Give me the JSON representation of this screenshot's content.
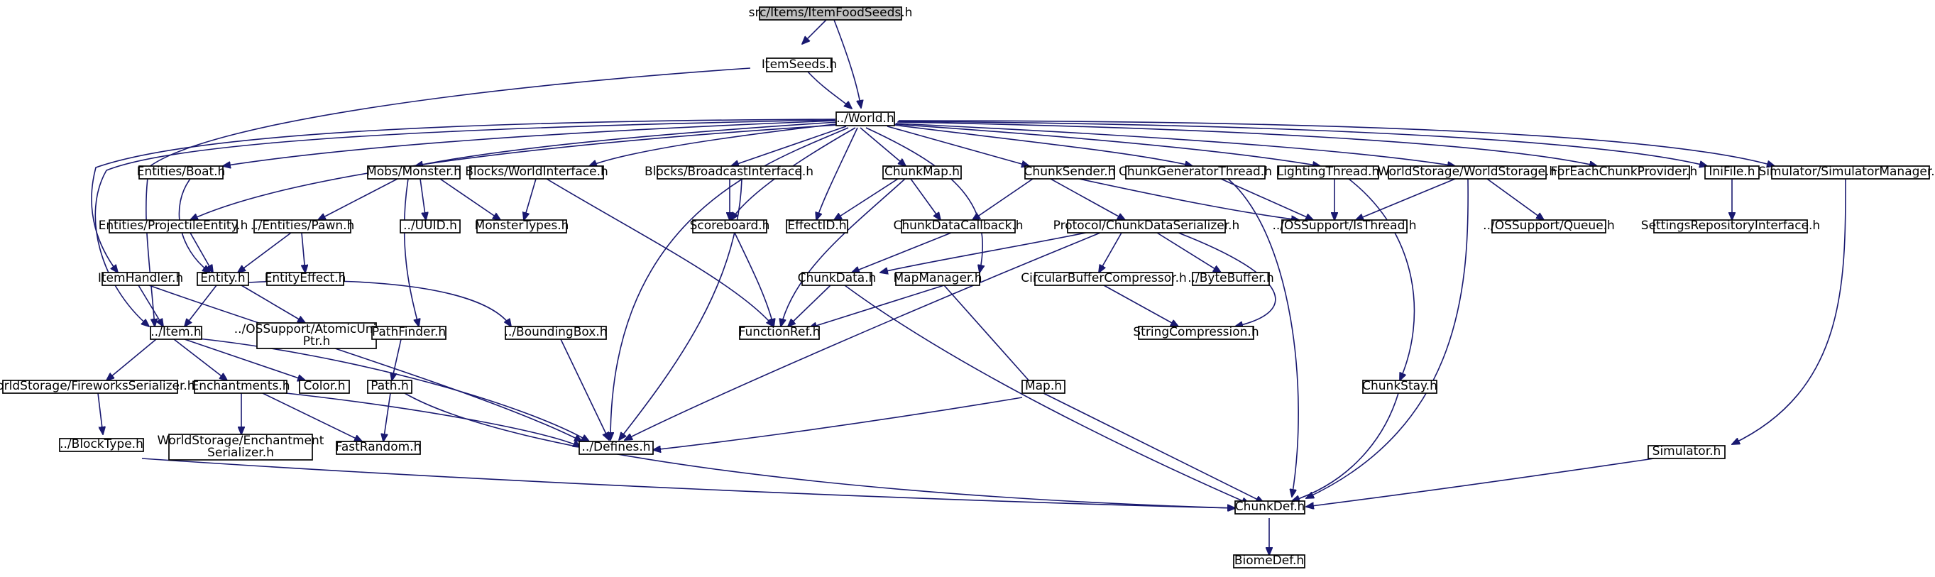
{
  "diagram": {
    "colors": {
      "edge": "#191970",
      "node_border": "#000000",
      "root_fill": "#bfbfbf",
      "node_fill": "#ffffff"
    },
    "nodes": {
      "root": "src/Items/ItemFoodSeeds.h",
      "itemseeds": "ItemSeeds.h",
      "world": "../World.h",
      "boat": "Entities/Boat.h",
      "monster": "Mobs/Monster.h",
      "worldinterface": "Blocks/WorldInterface.h",
      "broadcast": "Blocks/BroadcastInterface.h",
      "chunkmap": "ChunkMap.h",
      "chunksender": "ChunkSender.h",
      "chunkgen": "ChunkGeneratorThread.h",
      "lighting": "LightingThread.h",
      "worldstorage": "WorldStorage/WorldStorage.h",
      "foreach": "ForEachChunkProvider.h",
      "inifile": "IniFile.h",
      "simmgr": "Simulator/SimulatorManager.h",
      "projectile": "Entities/ProjectileEntity.h",
      "pawn": "../Entities/Pawn.h",
      "uuid": "../UUID.h",
      "monstertypes": "MonsterTypes.h",
      "scoreboard": "Scoreboard.h",
      "effectid": "EffectID.h",
      "chunkdatacb": "ChunkDataCallback.h",
      "protocol": "Protocol/ChunkDataSerializer.h",
      "isthread": "../OSSupport/IsThread.h",
      "queue": "../OSSupport/Queue.h",
      "settingsrepo": "SettingsRepositoryInterface.h",
      "itemhandler": "ItemHandler.h",
      "entity": "Entity.h",
      "entityeffect": "EntityEffect.h",
      "chunkdata": "ChunkData.h",
      "mapmanager": "MapManager.h",
      "circbuf": "CircularBufferCompressor.h",
      "bytebuffer": "../ByteBuffer.h",
      "item": "../Item.h",
      "atomic_l1": "../OSSupport/AtomicUnique",
      "atomic_l2": "Ptr.h",
      "pathfinder": "PathFinder.h",
      "boundingbox": "../BoundingBox.h",
      "functionref": "FunctionRef.h",
      "strcomp": "StringCompression.h",
      "fireworks": "WorldStorage/FireworksSerializer.h",
      "enchantments": "Enchantments.h",
      "color": "Color.h",
      "path": "Path.h",
      "map": "Map.h",
      "chunkstay": "ChunkStay.h",
      "blocktype": "../BlockType.h",
      "enchser_l1": "WorldStorage/Enchantment",
      "enchser_l2": "Serializer.h",
      "fastrandom": "FastRandom.h",
      "defines": "../Defines.h",
      "simulator": "Simulator.h",
      "chunkdef": "ChunkDef.h",
      "biomedef": "BiomeDef.h"
    }
  }
}
